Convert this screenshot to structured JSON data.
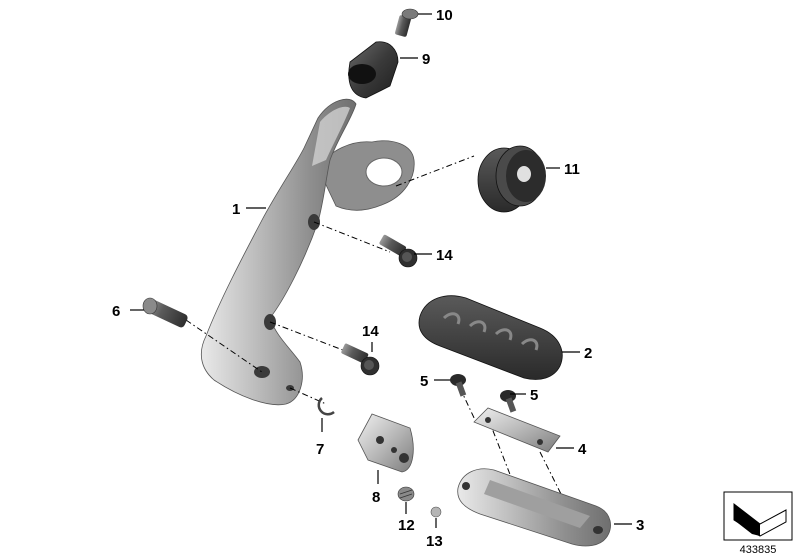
{
  "diagram": {
    "reference_number": "433835",
    "parts": [
      {
        "id": "1",
        "label": "1"
      },
      {
        "id": "2",
        "label": "2"
      },
      {
        "id": "3",
        "label": "3"
      },
      {
        "id": "4",
        "label": "4"
      },
      {
        "id": "5a",
        "label": "5"
      },
      {
        "id": "5b",
        "label": "5"
      },
      {
        "id": "6",
        "label": "6"
      },
      {
        "id": "7",
        "label": "7"
      },
      {
        "id": "8",
        "label": "8"
      },
      {
        "id": "9",
        "label": "9"
      },
      {
        "id": "10",
        "label": "10"
      },
      {
        "id": "11",
        "label": "11"
      },
      {
        "id": "12",
        "label": "12"
      },
      {
        "id": "13",
        "label": "13"
      },
      {
        "id": "14a",
        "label": "14"
      },
      {
        "id": "14b",
        "label": "14"
      }
    ]
  }
}
